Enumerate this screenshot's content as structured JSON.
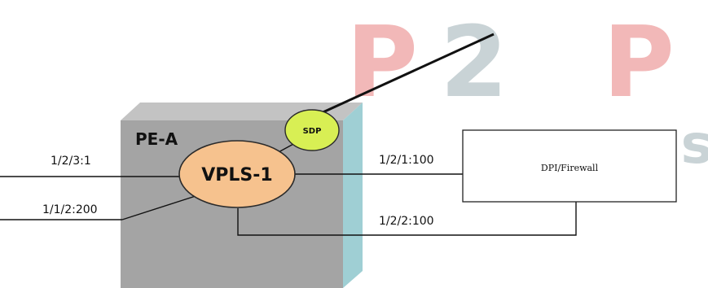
{
  "watermark": {
    "logo_text": "P2P",
    "sub_text": "exams",
    "colors": {
      "p": "#f2b8b8",
      "two": "#c9d3d6",
      "x": "#f2b8b8",
      "rest": "#c9d3d6"
    }
  },
  "device": {
    "name": "PE-A",
    "service": "VPLS-1",
    "sdp": "SDP",
    "colors": {
      "body": "#a4a4a4",
      "top": "#c3c3c3",
      "side": "#9fcfd4",
      "vpls_fill": "#f6c28e",
      "sdp_fill": "#d8ef54"
    }
  },
  "ports": [
    {
      "id": "port-1-2-3-1",
      "label": "1/2/3:1"
    },
    {
      "id": "port-1-1-2-200",
      "label": "1/1/2:200"
    },
    {
      "id": "port-1-2-1-100",
      "label": "1/2/1:100"
    },
    {
      "id": "port-1-2-2-100",
      "label": "1/2/2:100"
    }
  ],
  "external": {
    "box_label": "DPI/Firewall"
  }
}
